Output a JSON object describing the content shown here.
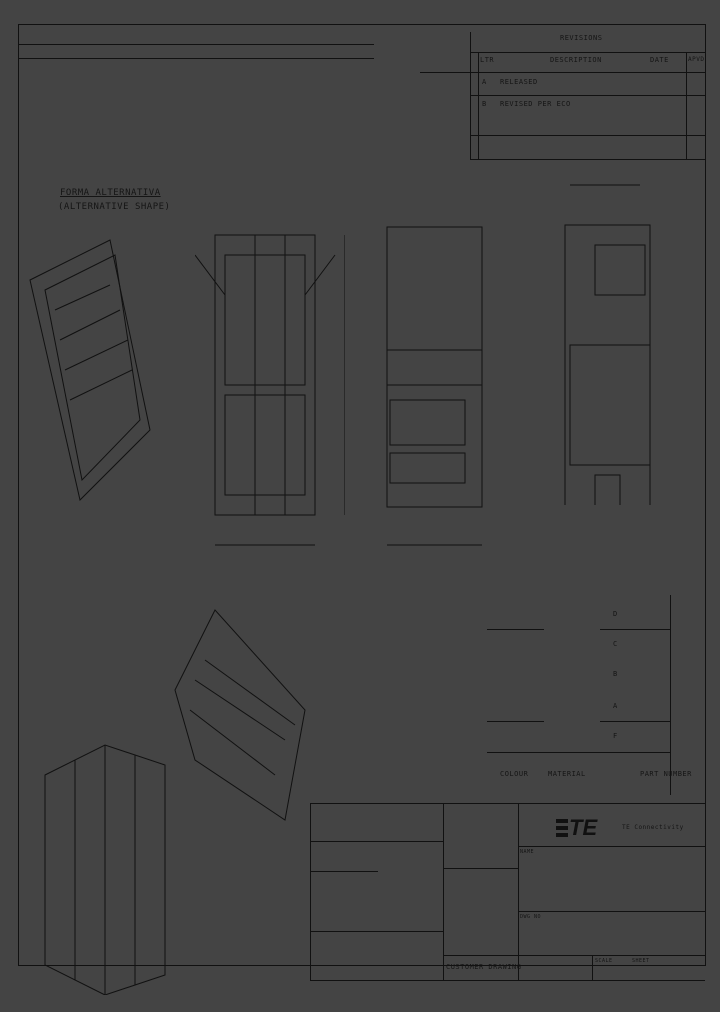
{
  "revision_block": {
    "title": "REVISIONS",
    "headers": [
      "LTR",
      "DESCRIPTION",
      "DATE",
      "APVD"
    ],
    "rows": [
      {
        "ltr": "A",
        "description": "RELEASED",
        "date": "",
        "apvd": ""
      },
      {
        "ltr": "B",
        "description": "REVISED PER ECO",
        "date": "",
        "apvd": ""
      }
    ]
  },
  "alternative_shape": {
    "line1": "FORMA ALTERNATIVA",
    "line2": "(ALTERNATIVE SHAPE)"
  },
  "part_table": {
    "headers": [
      "COLOUR",
      "MATERIAL",
      "",
      "PART NUMBER"
    ],
    "rows": [
      {
        "colour": "",
        "letter": "D",
        "part": ""
      },
      {
        "colour": "",
        "letter": "C",
        "part": ""
      },
      {
        "colour": "",
        "letter": "B",
        "part": ""
      },
      {
        "colour": "",
        "letter": "A",
        "part": ""
      },
      {
        "colour": "",
        "letter": "F",
        "part": ""
      }
    ]
  },
  "title_block": {
    "logo": "TE",
    "company": "TE Connectivity",
    "name_label": "NAME",
    "dwg_label": "DWG NO",
    "status": "CUSTOMER DRAWING",
    "scale_label": "SCALE",
    "sheet_label": "SHEET"
  }
}
